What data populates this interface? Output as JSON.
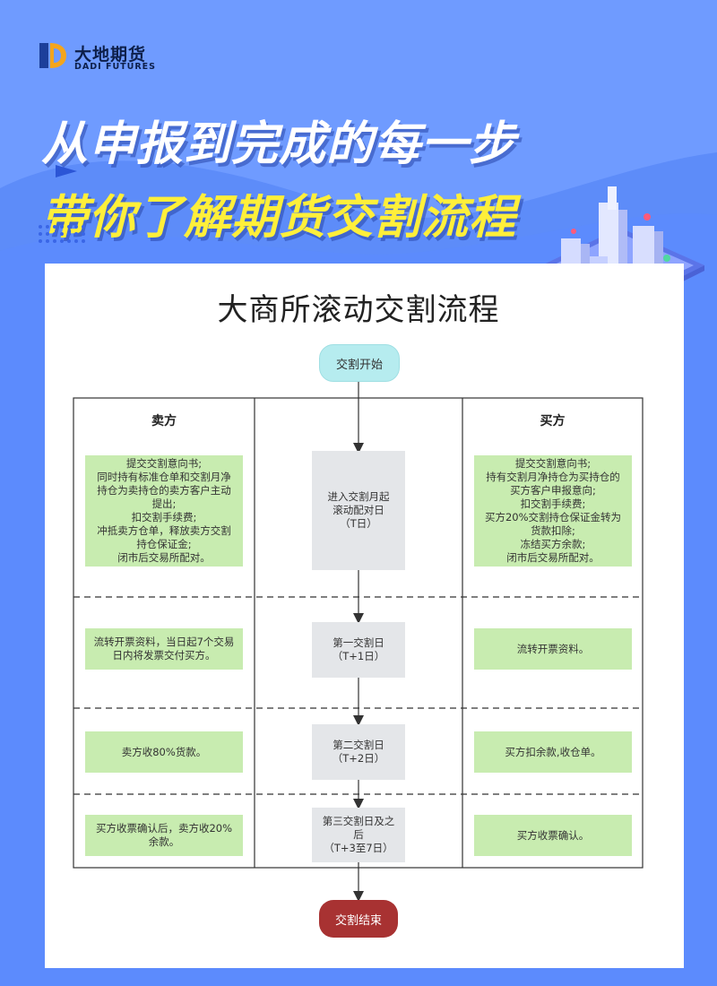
{
  "brand": {
    "name_cn": "大地期货",
    "name_en": "DADI FUTURES"
  },
  "headline": {
    "line1": "从申报到完成的每一步",
    "line2": "带你了解期货交割流程"
  },
  "diagram": {
    "title": "大商所滚动交割流程",
    "start": "交割开始",
    "end": "交割结束",
    "seller_header": "卖方",
    "buyer_header": "买方",
    "rows": [
      {
        "seller": "提交交割意向书;\n同时持有标准仓单和交割月净持仓为卖持仓的卖方客户主动提出;\n扣交割手续费;\n冲抵卖方仓单，释放卖方交割持仓保证金;\n闭市后交易所配对。",
        "center": "进入交割月起\n滚动配对日\n（T日）",
        "buyer": "提交交割意向书;\n持有交割月净持仓为买持仓的买方客户申报意向;\n扣交割手续费;\n买方20%交割持仓保证金转为货款扣除;\n冻结买方余款;\n闭市后交易所配对。"
      },
      {
        "seller": "流转开票资料，当日起7个交易日内将发票交付买方。",
        "center": "第一交割日\n（T+1日）",
        "buyer": "流转开票资料。"
      },
      {
        "seller": "卖方收80%货款。",
        "center": "第二交割日\n（T+2日）",
        "buyer": "买方扣余款,收仓单。"
      },
      {
        "seller": "买方收票确认后，卖方收20%余款。",
        "center": "第三交割日及之后\n（T+3至7日）",
        "buyer": "买方收票确认。"
      }
    ]
  },
  "colors": {
    "background": "#6f9bff",
    "headline_yellow": "#ffef3a",
    "note_green": "#c8ecb0",
    "step_gray": "#e4e6e9",
    "start_cyan": "#b6ecef",
    "end_red": "#a83232"
  },
  "icons": [
    "dadi-logo-icon",
    "city-illustration-icon",
    "play-triangle-icon",
    "dot-grid-icon"
  ]
}
